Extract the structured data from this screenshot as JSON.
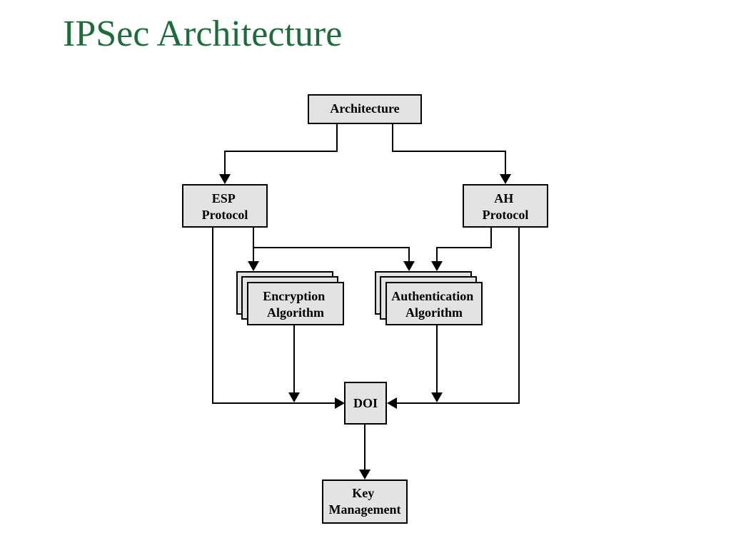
{
  "slide": {
    "title": "IPSec Architecture"
  },
  "diagram": {
    "architecture": [
      "Architecture"
    ],
    "esp": [
      "ESP",
      "Protocol"
    ],
    "ah": [
      "AH",
      "Protocol"
    ],
    "encryption": [
      "Encryption",
      "Algorithm"
    ],
    "authentication": [
      "Authentication",
      "Algorithm"
    ],
    "doi": [
      "DOI"
    ],
    "key_management": [
      "Key",
      "Management"
    ]
  }
}
